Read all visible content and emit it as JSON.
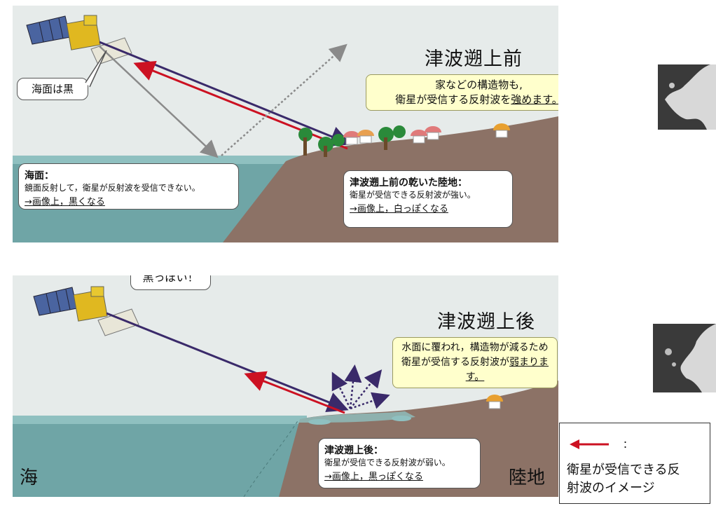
{
  "top": {
    "title": "津波遡上前",
    "satellite_note": "海面は黒",
    "info_line1": "家などの構造物も,",
    "info_line2_pre": "衛星が受信する反射波を",
    "info_line2_em": "強めます。",
    "sea_heading": "海面：",
    "sea_text": "鏡面反射して，衛星が反射波を受信できない。",
    "sea_result": "→画像上，黒くなる",
    "land_heading": "津波遡上前の乾いた陸地：",
    "land_text": "衛星が受信できる反射波が強い。",
    "land_result": "→画像上，白っぽくなる"
  },
  "bottom": {
    "title": "津波遡上後",
    "satellite_bubble": "黒っぽい！",
    "info_line1": "水面に覆われ，構造物が減るため",
    "info_line2_pre": "衛星が受信する反射波が",
    "info_line2_em": "弱まります。",
    "land_heading": "津波遡上後：",
    "land_text": "衛星が受信できる反射波が弱い。",
    "land_result": "→画像上，黒っぽくなる",
    "sea_label": "海",
    "land_label": "陸地"
  },
  "legend": {
    "colon": "：",
    "text_line1": "衛星が受信できる反",
    "text_line2": "射波のイメージ",
    "arrow_color": "#cc1122"
  },
  "colors": {
    "sky": "#e6ebea",
    "sea": "#6fa5a6",
    "land": "#8c7266",
    "incident_ray": "#3a2a6a",
    "reflected_ray": "#cc1122",
    "scatter_ray": "#8a8a8a"
  }
}
